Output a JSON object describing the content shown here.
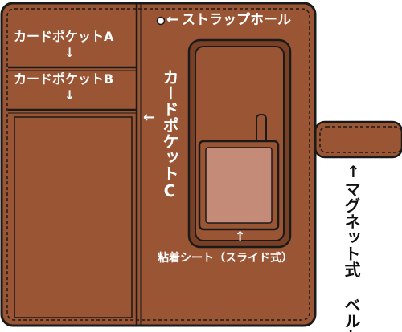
{
  "colors": {
    "leather": "#9a5535",
    "leather_dark": "#7a4026",
    "outline": "#1a1a1a",
    "slide_sheet": "#c48c78",
    "label_light": "#ffffff",
    "label_dark": "#111111"
  },
  "labels": {
    "card_pocket_a": "カードポケットA",
    "card_pocket_b": "カードポケットB",
    "card_pocket_c": "カードポケットC",
    "strap_hole": "ストラップホール",
    "adhesive_sheet": "粘着シート（スライド式）",
    "magnetic_belt": "マグネット式 ベルト"
  },
  "icons": {
    "arrow_down": "↓",
    "arrow_left": "←",
    "arrow_up": "↑"
  }
}
